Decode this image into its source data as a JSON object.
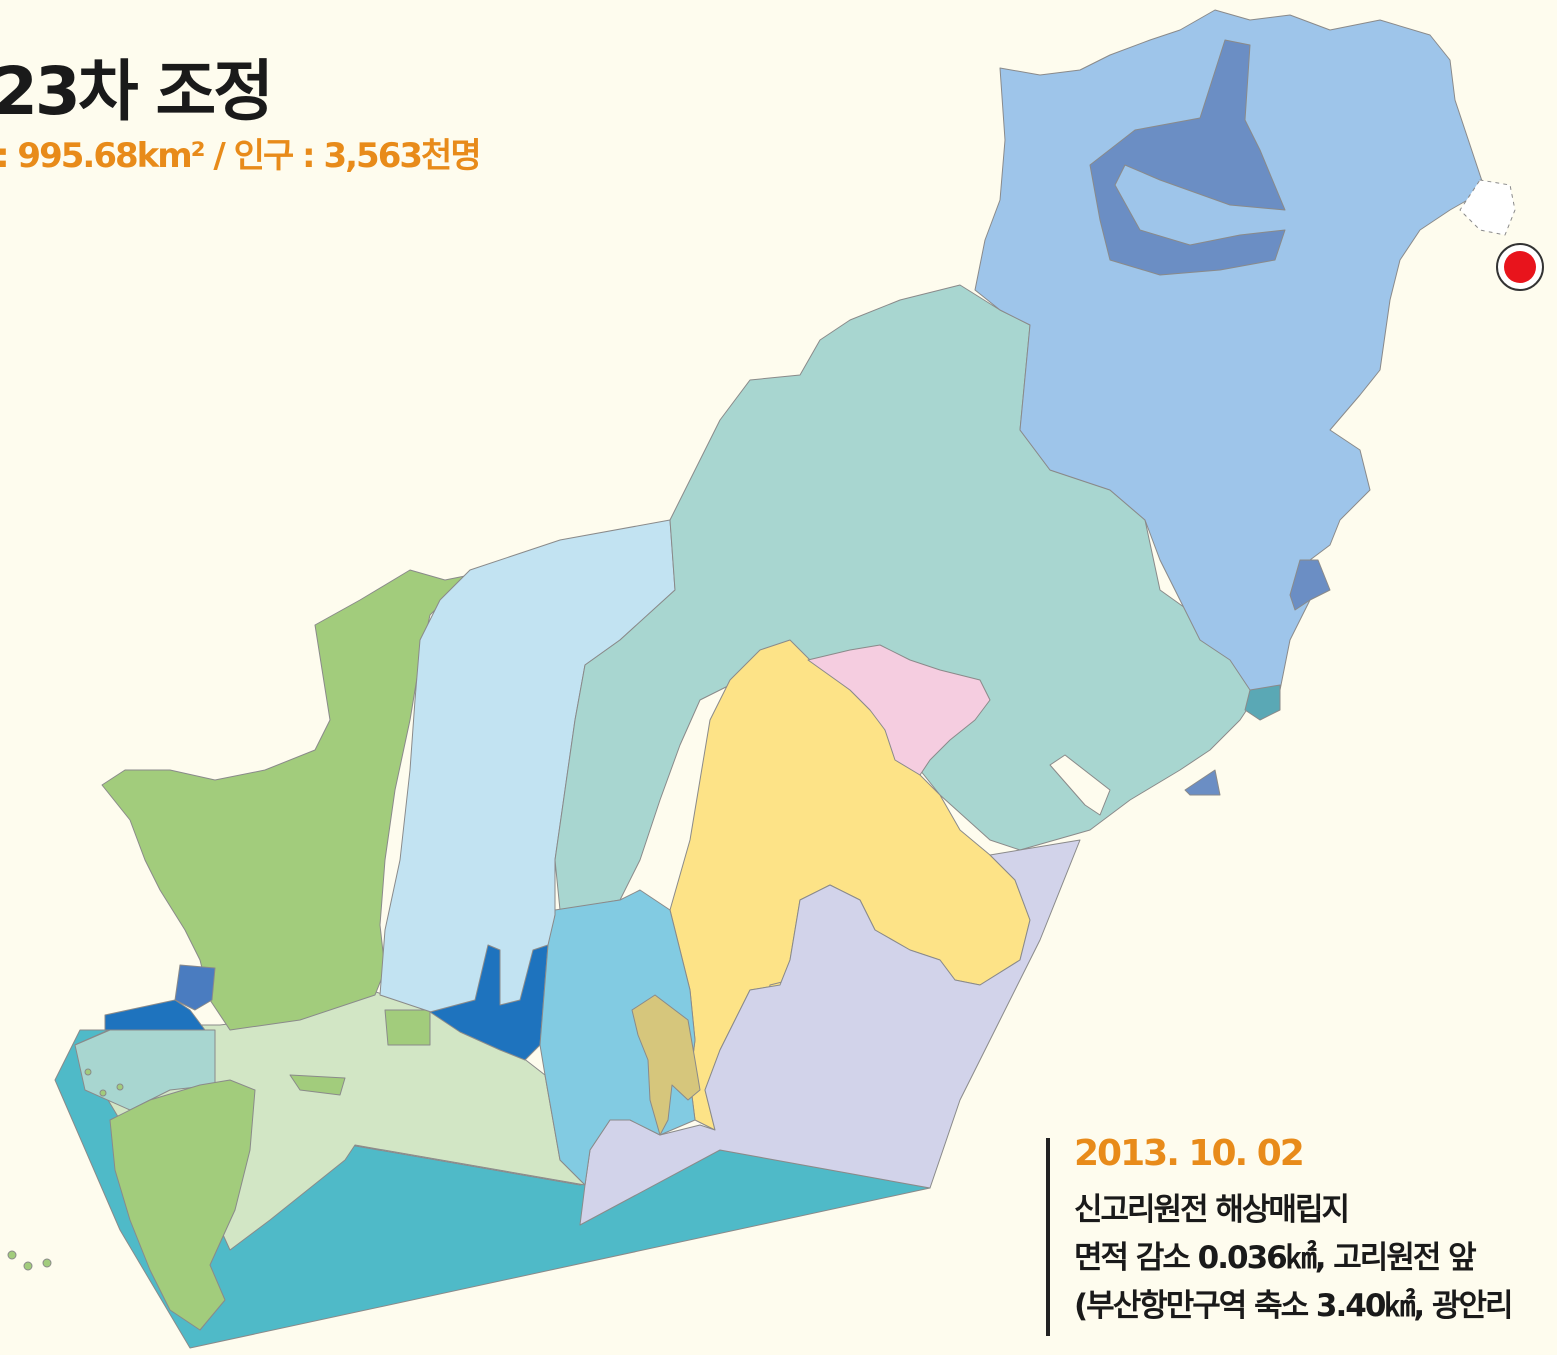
{
  "header": {
    "title": "23차 조정",
    "stats": ": 995.68km² / 인구 : 3,563천명"
  },
  "note": {
    "date": "2013. 10. 02",
    "lines": [
      "신고리원전 해상매립지",
      "면적 감소 0.036㎢, 고리원전 앞",
      "(부산항만구역 축소 3.40㎢, 광안리"
    ]
  },
  "colors": {
    "background": "#fefcee",
    "accent_orange": "#e88b1a",
    "marker_red": "#e8141c",
    "gijang_blue": "#9ec5ea",
    "gijang_dark": "#6b8ec4",
    "geumjeong_teal": "#a8d6d0",
    "buk_lightblue": "#c2e3f2",
    "sasang_green": "#a2cc7c",
    "yeonje_yellow": "#fde387",
    "pink_district": "#f5cde0",
    "lavender_district": "#d2d3ea",
    "sea_teal": "#4fbac8",
    "pale_green": "#d2e6c5"
  },
  "icons": [
    "red-dot-marker-icon",
    "dotted-reclaimed-area-outline"
  ]
}
